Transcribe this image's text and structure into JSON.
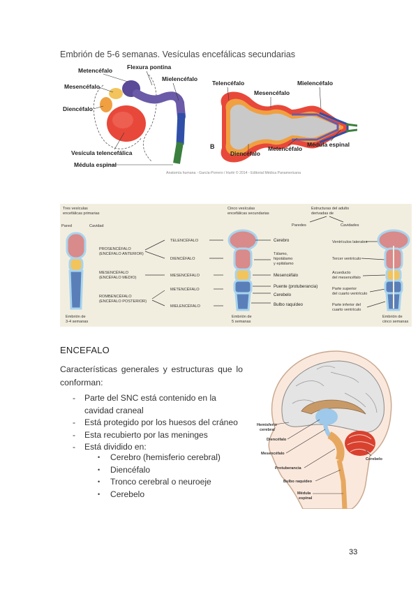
{
  "caption": "Embrión de 5-6 semanas. Vesículas encefálicas secundarias",
  "figure1": {
    "labels_a": {
      "metencefalo": "Metencéfalo",
      "flexura_pontina": "Flexura pontina",
      "mesencefalo": "Mesencéfalo",
      "mielencefalo": "Mielencéfalo",
      "diencefalo": "Diencéfalo",
      "vesicula_telencefalica": "Vesícula telencefálica",
      "medula_espinal": "Médula espinal"
    },
    "labels_b": {
      "telencefalo": "Telencéfalo",
      "mesencefalo": "Mesencéfalo",
      "mielencefalo": "Mielencéfalo",
      "letter": "B",
      "diencefalo": "Diencéfalo",
      "metencefalo": "Metencéfalo",
      "medula_espinal": "Médula espinal"
    },
    "copyright": "Anatomía humana - García-Porrero / Hurlé © 2014 - Editorial Médica Panamericana"
  },
  "figure2": {
    "head_primary_1": "Tres vesículas",
    "head_primary_2": "encefálicas primarias",
    "pared": "Pared",
    "cavidad": "Cavidad",
    "prosencefalo_1": "PROSENCÉFALO",
    "prosencefalo_2": "(ENCÉFALO ANTERIOR)",
    "mesencefalo_1": "MESENCÉFALO",
    "mesencefalo_2": "(ENCÉFALO MEDIO)",
    "rombencefalo_1": "ROMBENCÉFALO",
    "rombencefalo_2": "(ENCÉFALO POSTERIOR)",
    "telencefalo": "TELENCÉFALO",
    "diencefalo": "DIENCÉFALO",
    "mesencefalo_s": "MESENCÉFALO",
    "metencefalo": "METENCÉFALO",
    "mielencefalo": "MIELENCÉFALO",
    "embryo1_1": "Embrión de",
    "embryo1_2": "3-4 semanas",
    "head_secondary_1": "Cinco vesículas",
    "head_secondary_2": "encefálicas secundarias",
    "head_adult_1": "Estructuras del adulto",
    "head_adult_2": "derivadas de",
    "paredes": "Paredes",
    "cavidades": "Cavidades",
    "cerebro": "Cerebro",
    "talamo_1": "Tálamo,",
    "talamo_2": "hipotálamo",
    "talamo_3": "y epitálamo",
    "mesencefalo_a": "Mesencéfalo",
    "puente": "Puente (protuberancia)",
    "cerebelo": "Cerebelo",
    "bulbo": "Bulbo raquídeo",
    "embryo2_1": "Embrión de",
    "embryo2_2": "5 semanas",
    "ventriculos_laterales": "Ventrículos laterales",
    "tercer_ventriculo": "Tercer ventrículo",
    "acueducto_1": "Acueducto",
    "acueducto_2": "del mesencéfalo",
    "cuarto_sup_1": "Parte superior",
    "cuarto_sup_2": "del cuarto ventrículo",
    "cuarto_inf_1": "Parte inferior del",
    "cuarto_inf_2": "cuarto ventrículo",
    "embryo3_1": "Embrión de",
    "embryo3_2": "cinco semanas"
  },
  "section": {
    "title": "ENCEFALO",
    "intro": "Características generales y estructuras que lo conforman:",
    "bullets": [
      "Parte del SNC está contenido en la cavidad craneal",
      "Está protegido por los huesos del cráneo",
      "Esta recubierto por las meninges",
      "Está dividido en:"
    ],
    "subbullets": [
      "Cerebro (hemisferio cerebral)",
      "Diencéfalo",
      "Tronco cerebral o neuroeje",
      "Cerebelo"
    ]
  },
  "figure3": {
    "hemisferio_1": "Hemisferio",
    "hemisferio_2": "cerebral",
    "diencefalo": "Diencéfalo",
    "mesencefalo": "Mesencéfalo",
    "protuberancia": "Protuberancia",
    "bulbo": "Bulbo raquídeo",
    "medula_1": "Médula",
    "medula_2": "espinal",
    "cerebelo": "Cerebelo"
  },
  "page_number": "33",
  "colors": {
    "telencephalon": "#e8483a",
    "diencephalon": "#f0a040",
    "mesencephalon": "#f3c45c",
    "metencephalon": "#6b5aa8",
    "myelencephalon": "#2f4fa8",
    "spinal_cord": "#3b7f3e",
    "figure2_bg": "#f2eedf"
  }
}
